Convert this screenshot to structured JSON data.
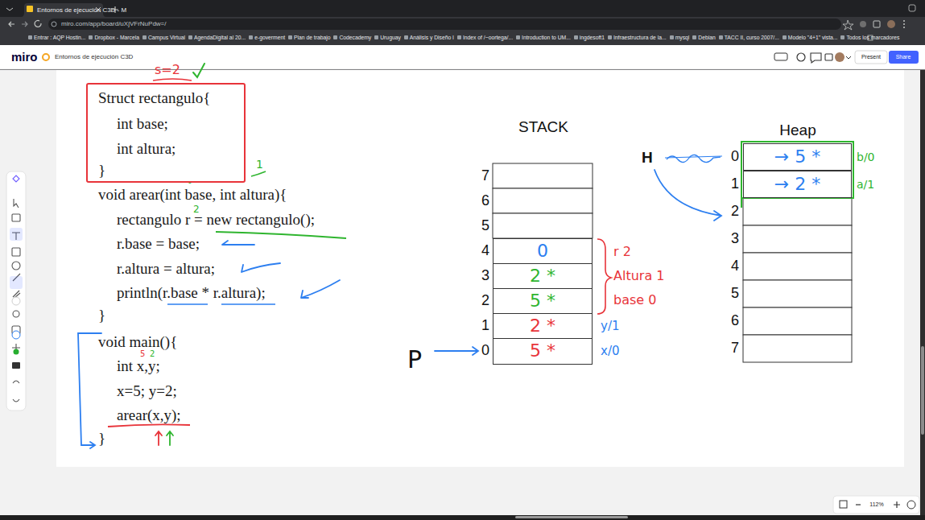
{
  "diagram": {
    "nodes": [
      {
        "text": [
          "Struct rectangulo{",
          "int base;",
          "int altura;",
          "}"
        ]
      },
      {
        "text": [
          "0"
        ]
      },
      {
        "text": [
          "2 *"
        ]
      },
      {
        "text": [
          "5 *"
        ]
      },
      {
        "text": [
          "2 *"
        ]
      },
      {
        "text": [
          "5 *"
        ]
      },
      {
        "text": [
          "→ 5 *"
        ]
      },
      {
        "text": [
          "→ 2 *"
        ]
      }
    ],
    "labels": [
      "Entornos de ejecución C3D - M",
      "miro.com/app/board/uXjVFrNuPdw=/",
      "Entrar : AQP Hostin...",
      "Dropbox - Marcela",
      "Campus Virtual",
      "AgendaDigital al 20...",
      "e-goverment",
      "Plan de trabajo",
      "Codecademy",
      "Uruguay",
      "Análisis y Diseño I",
      "Index of /~oortega/...",
      "Introduction to UM...",
      "ingdesoft1",
      "Infraestructura de la...",
      "mysql",
      "Debian",
      "TACC II, curso 2007/...",
      "Modelo \"4+1\" vista...",
      "Todos los marcadores",
      "miro",
      "Entornos de ejecución C3D",
      "Present",
      "Share",
      "112%",
      "void arear(int base, int altura){",
      "rectangulo r = new rectangulo();",
      "r.base = base;",
      "r.altura = altura;",
      "println(r.base * r.altura);",
      "}",
      "void main(){",
      "int x,y;",
      "x=5; y=2;",
      "arear(x,y);",
      "}",
      "s=2",
      "0",
      "1",
      "0",
      "1",
      "2",
      "5",
      "2",
      "STACK",
      "Heap",
      "H",
      "P",
      "7",
      "6",
      "5",
      "4",
      "3",
      "2",
      "1",
      "0",
      "0",
      "1",
      "2",
      "3",
      "4",
      "5",
      "6",
      "7",
      "r 2",
      "Altura 1",
      "base 0",
      "y/1",
      "x/0",
      "b/0",
      "a/1"
    ]
  }
}
